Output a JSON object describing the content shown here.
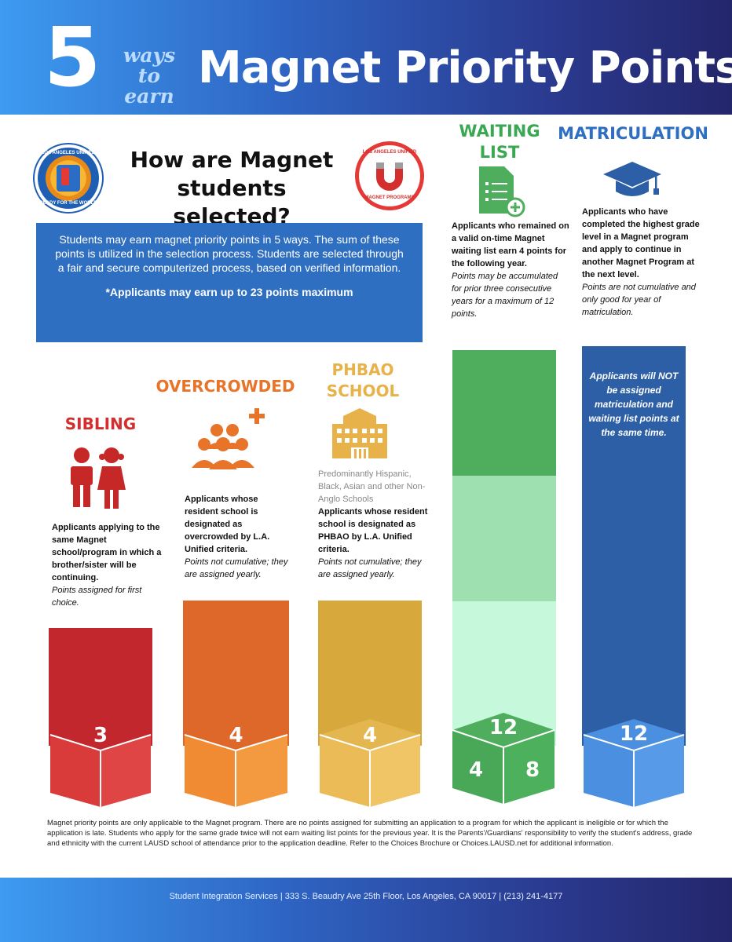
{
  "header": {
    "big_number": "5",
    "ways_line1": "ways to",
    "ways_line2": "earn",
    "title": "Magnet Priority Points"
  },
  "logos": {
    "lausd_top": "LOS ANGELES UNIFIED",
    "lausd_bottom": "READY FOR THE WORLD",
    "magnet_top": "LOS ANGELES UNIFIED",
    "magnet_bottom": "MAGNET PROGRAMS"
  },
  "intro": {
    "question": "How are Magnet students selected?",
    "paragraph": "Students may earn magnet priority points in 5 ways. The sum of these points is utilized in the selection process. Students are selected through a fair and secure computerized process, based on verified information.",
    "max_note": "*Applicants may earn up to 23 points maximum"
  },
  "categories": {
    "sibling": {
      "title": "SIBLING",
      "bold": "Applicants applying to the same Magnet school/program in which a brother/sister will be continuing.",
      "italic": "Points assigned for first choice.",
      "points": "3",
      "color": "#c1272d"
    },
    "overcrowded": {
      "title": "OVERCROWDED",
      "bold": "Applicants whose resident school is designated as overcrowded by L.A. Unified criteria.",
      "italic": "Points not cumulative; they are assigned yearly.",
      "points": "4",
      "color": "#de672a"
    },
    "phbao": {
      "title_line1": "PHBAO",
      "title_line2": "SCHOOL",
      "gray": "Predominantly Hispanic, Black, Asian and other Non-Anglo Schools",
      "bold": "Applicants whose resident school is designated as PHBAO by L.A. Unified criteria.",
      "italic": "Points not cumulative; they are assigned yearly.",
      "points": "4",
      "color": "#d7a83b"
    },
    "waiting": {
      "title_line1": "WAITING",
      "title_line2": "LIST",
      "bold": "Applicants who remained on a valid on-time Magnet waiting list earn 4 points for the following year.",
      "italic": "Points may be accumulated for prior three consecutive years for a maximum of 12 points.",
      "points_top": "12",
      "points_left": "4",
      "points_right": "8",
      "color": "#4fae5e"
    },
    "matriculation": {
      "title": "MATRICULATION",
      "bold": "Applicants who have completed the highest grade level in a Magnet program and apply to continue in another Magnet Program at the next level.",
      "italic": "Points are not cumulative and only good for year of matriculation.",
      "bar_note": "Applicants will NOT be assigned matriculation and waiting list points at the same time.",
      "points": "12",
      "color": "#2d5fa6"
    }
  },
  "footnote": "Magnet priority points are only applicable to the Magnet program. There are no points assigned for submitting an application to a program for which the applicant is ineligible or for which the application is late. Students who apply for the same grade twice will not earn waiting list points for the previous year. It is the Parents'/Guardians' responsibility to verify the student's address, grade and ethnicity with the current LAUSD school of attendance prior to the application deadline. Refer to the Choices Brochure or Choices.LAUSD.net for additional information.",
  "footer": {
    "address": "Student Integration Services | 333 S. Beaudry Ave 25th Floor,  Los Angeles, CA 90017 | (213) 241-4177"
  }
}
